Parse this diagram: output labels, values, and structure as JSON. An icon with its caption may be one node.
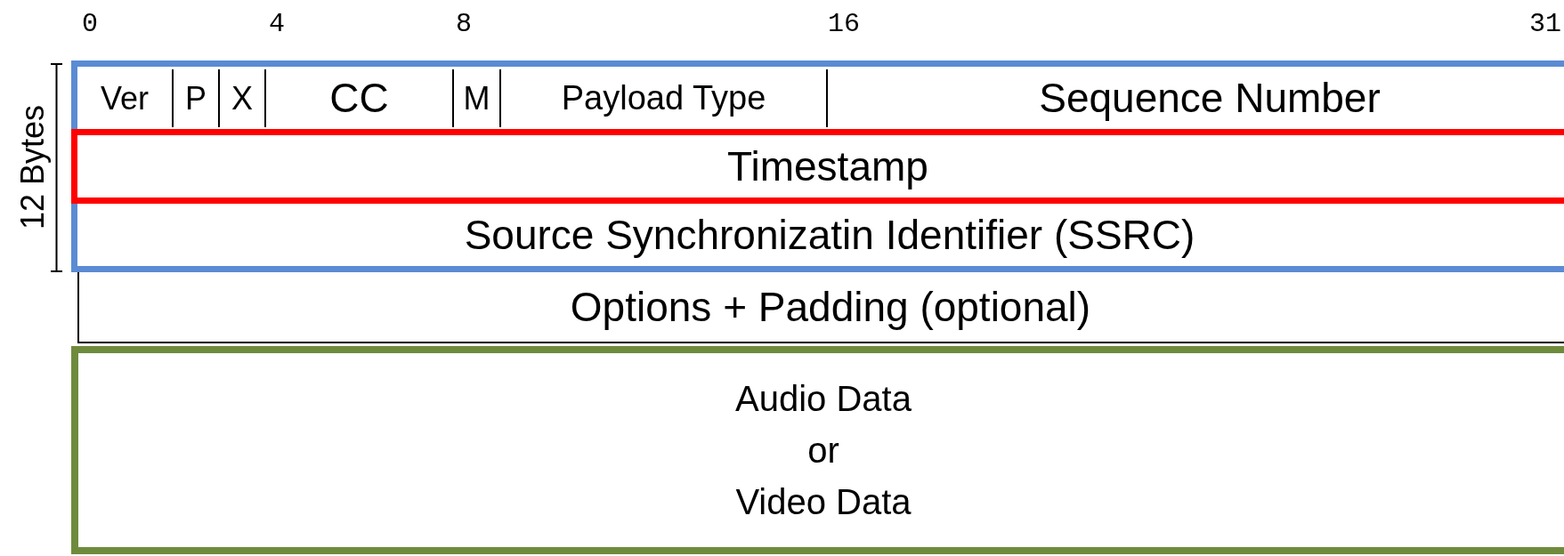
{
  "diagram": {
    "nodes": [
      {
        "text": [],
        "shape": "box"
      },
      {
        "text": [
          "Ver"
        ],
        "in": 0
      },
      {
        "text": [
          "P"
        ],
        "in": 0
      },
      {
        "text": [
          "X"
        ],
        "in": 0
      },
      {
        "text": [
          "CC"
        ],
        "in": 0
      },
      {
        "text": [
          "M"
        ],
        "in": 0
      },
      {
        "text": [
          "Payload Type"
        ],
        "in": 0
      },
      {
        "text": [
          "Sequence Number"
        ],
        "in": 0
      },
      {
        "text": [
          "Timestamp"
        ],
        "in": 0
      },
      {
        "text": [
          "Source Synchronizatin Identifier (SSRC)"
        ],
        "in": 0
      },
      {
        "text": [
          "Options + Padding (optional)"
        ]
      },
      {
        "text": [
          "Audio Data or Video Data"
        ]
      }
    ],
    "labels": [
      "0",
      "4",
      "8",
      "16",
      "31",
      "12 Bytes"
    ]
  }
}
